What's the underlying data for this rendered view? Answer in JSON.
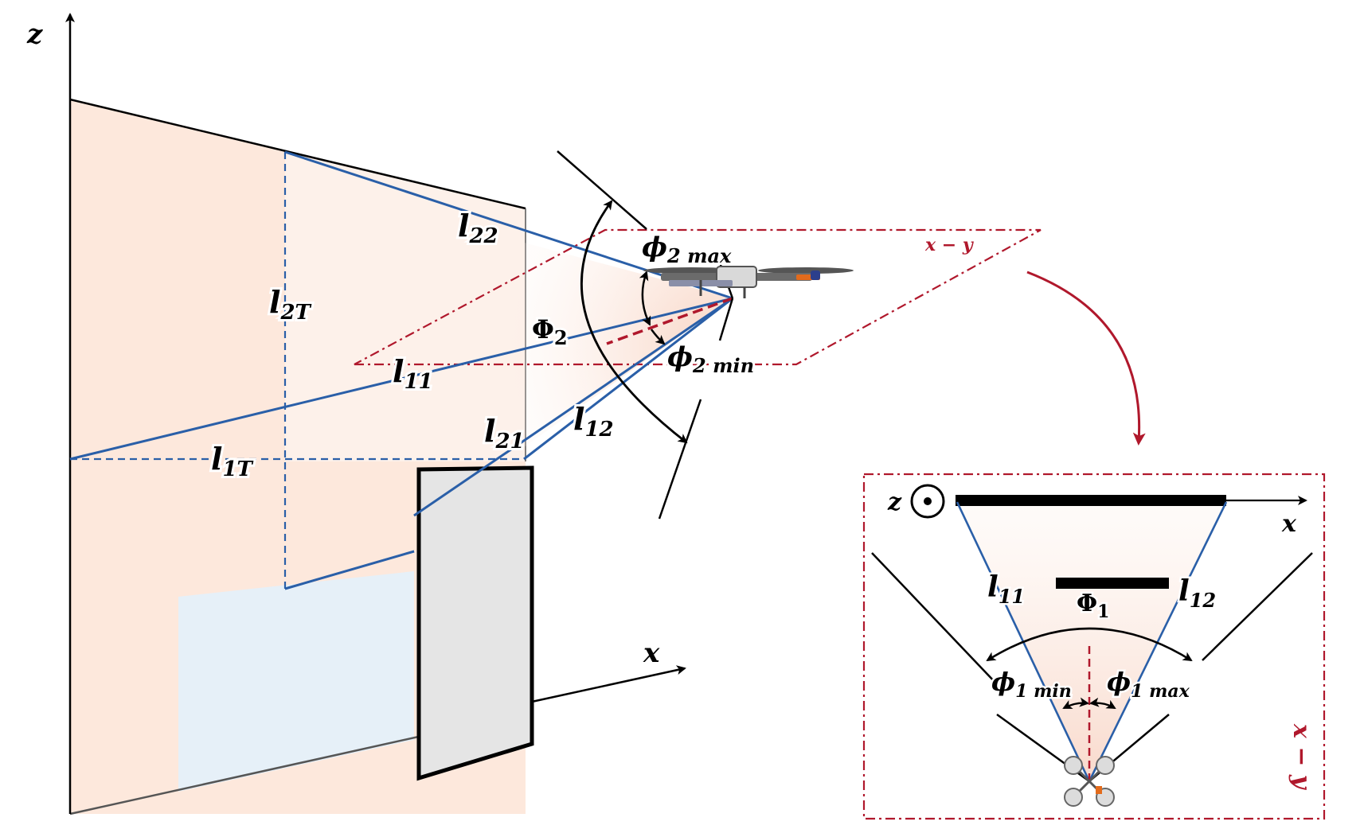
{
  "axes": {
    "z": "z",
    "x": "x"
  },
  "labels": {
    "l22": {
      "base": "l",
      "sub": "22"
    },
    "l2T": {
      "base": "l",
      "sub": "2T"
    },
    "l11": {
      "base": "l",
      "sub": "11"
    },
    "l1T": {
      "base": "l",
      "sub": "1T"
    },
    "l21": {
      "base": "l",
      "sub": "21"
    },
    "l12": {
      "base": "l",
      "sub": "12"
    },
    "Phi2": {
      "base": "Φ",
      "sub": "2"
    },
    "phi2max": {
      "base": "ϕ",
      "sub": "2 max"
    },
    "phi2min": {
      "base": "ϕ",
      "sub": "2 min"
    }
  },
  "plane_label": "x − y",
  "inset": {
    "z_axis": "z",
    "x_axis": "x",
    "l11": {
      "base": "l",
      "sub": "11"
    },
    "l12": {
      "base": "l",
      "sub": "12"
    },
    "Phi1": {
      "base": "Φ",
      "sub": "1"
    },
    "phi1min": {
      "base": "ϕ",
      "sub": "1 min"
    },
    "phi1max": {
      "base": "ϕ",
      "sub": "1 max"
    },
    "plane_label": "x − y"
  },
  "colors": {
    "blue": "#2a5fa8",
    "red": "#b0182c",
    "wall": "#fde8dc",
    "floor_patch": "#e6f0f8",
    "door": "#e5e5e5"
  }
}
